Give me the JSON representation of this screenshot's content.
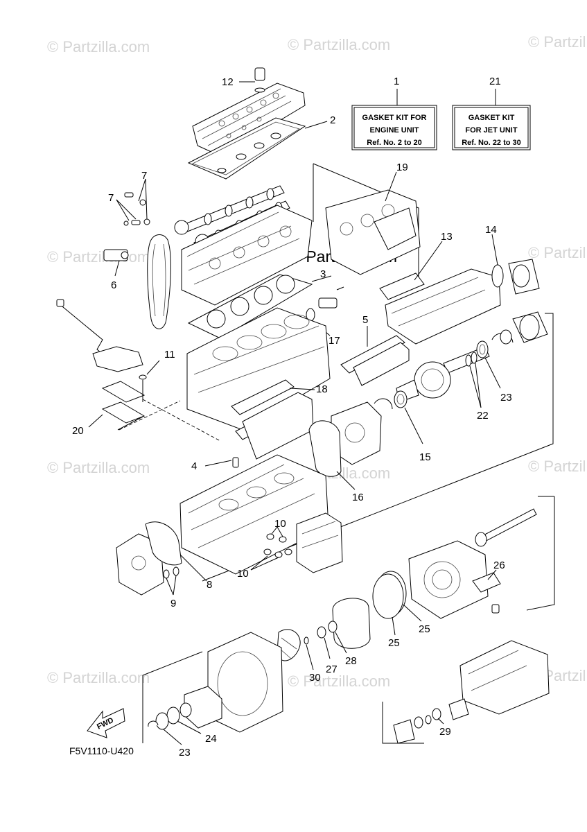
{
  "watermark": {
    "text": "© Partzilla.com"
  },
  "gasket_kits": [
    {
      "ref": "1",
      "lines": [
        "GASKET KIT FOR",
        "ENGINE UNIT",
        "Ref. No. 2 to 20"
      ]
    },
    {
      "ref": "21",
      "lines": [
        "GASKET KIT",
        "FOR JET UNIT",
        "Ref. No. 22 to 30"
      ]
    }
  ],
  "callouts": [
    "12",
    "2",
    "7",
    "7",
    "6",
    "19",
    "13",
    "14",
    "3",
    "17",
    "5",
    "11",
    "18",
    "20",
    "23",
    "22",
    "15",
    "4",
    "16",
    "10",
    "10",
    "8",
    "9",
    "26",
    "25",
    "25",
    "28",
    "27",
    "30",
    "24",
    "23",
    "29"
  ],
  "fwd_label": "FWD",
  "diagram_code": "F5V1110-U420"
}
